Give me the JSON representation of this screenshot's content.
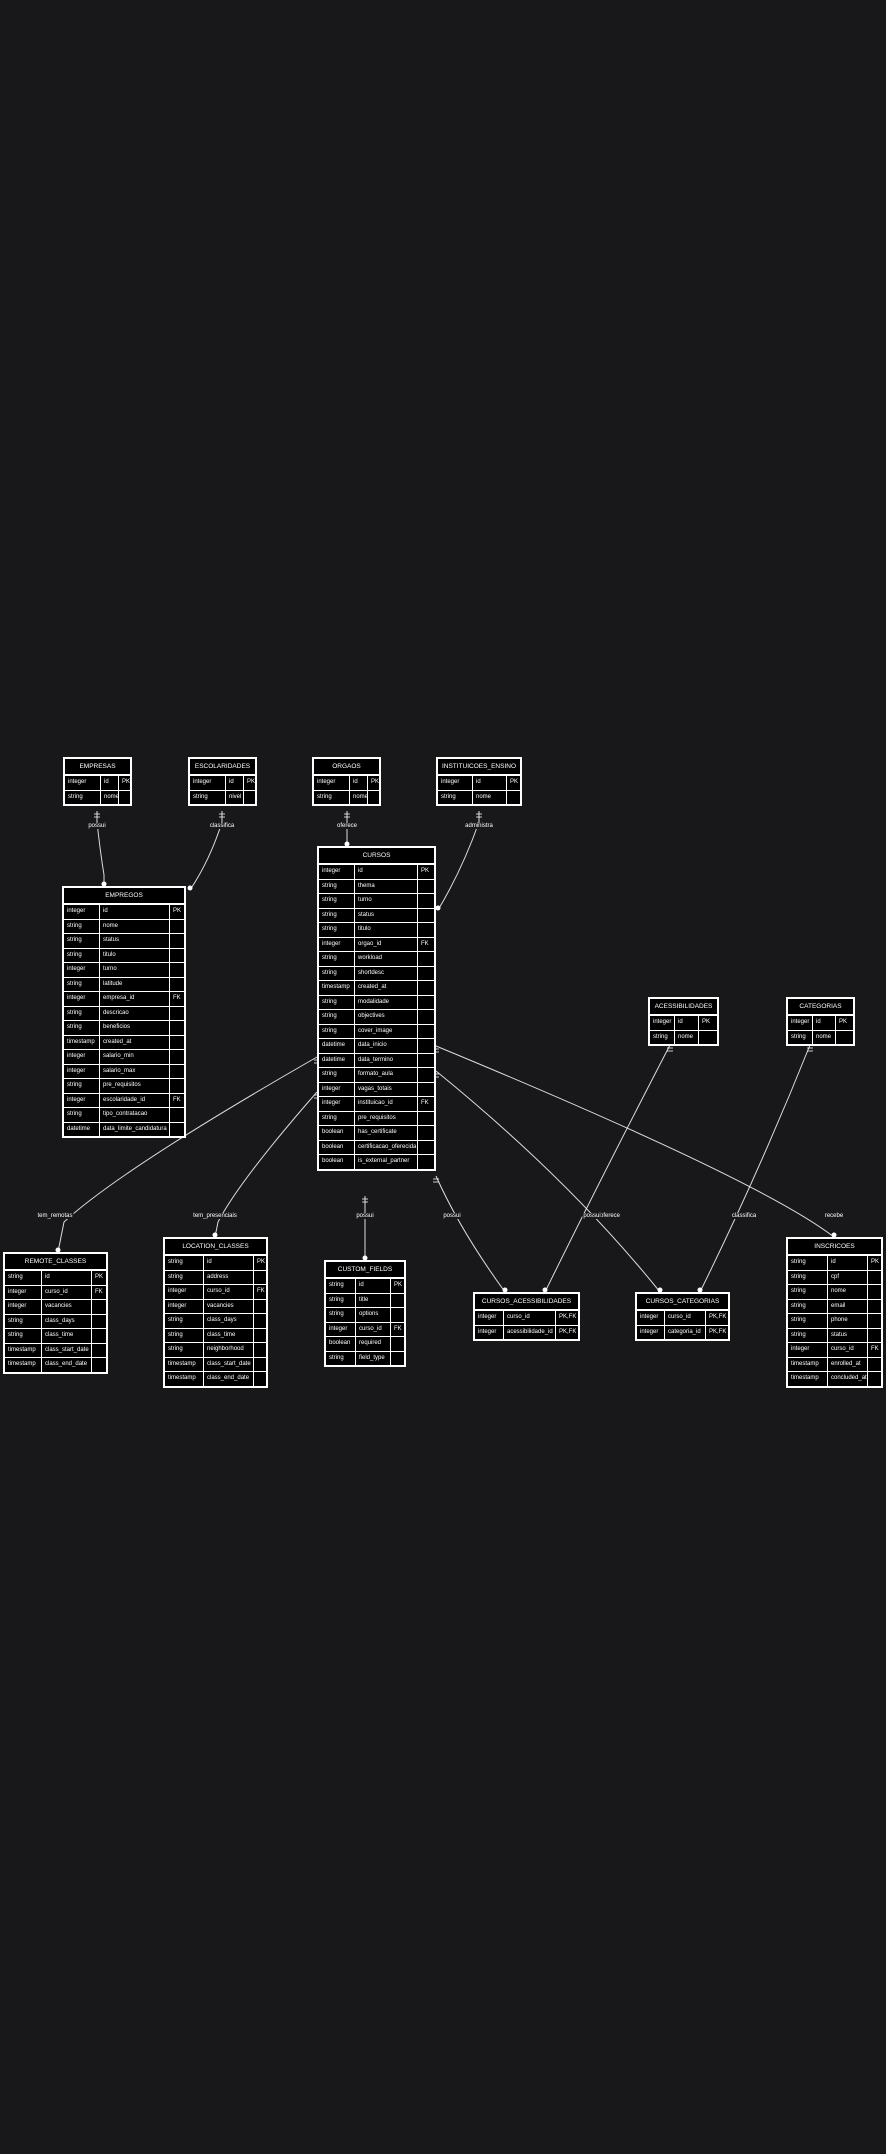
{
  "entities": [
    {
      "name": "EMPRESAS",
      "cols": [
        [
          "integer",
          "id",
          "PK"
        ],
        [
          "string",
          "nome",
          ""
        ]
      ]
    },
    {
      "name": "ESCOLARIDADES",
      "cols": [
        [
          "integer",
          "id",
          "PK"
        ],
        [
          "string",
          "nivel",
          ""
        ]
      ]
    },
    {
      "name": "ORGAOS",
      "cols": [
        [
          "integer",
          "id",
          "PK"
        ],
        [
          "string",
          "nome",
          ""
        ]
      ]
    },
    {
      "name": "INSTITUICOES_ENSINO",
      "cols": [
        [
          "integer",
          "id",
          "PK"
        ],
        [
          "string",
          "nome",
          ""
        ]
      ]
    },
    {
      "name": "EMPREGOS",
      "cols": [
        [
          "integer",
          "id",
          "PK"
        ],
        [
          "string",
          "nome",
          ""
        ],
        [
          "string",
          "status",
          ""
        ],
        [
          "string",
          "titulo",
          ""
        ],
        [
          "integer",
          "turno",
          ""
        ],
        [
          "string",
          "latitude",
          ""
        ],
        [
          "integer",
          "empresa_id",
          "FK"
        ],
        [
          "string",
          "descricao",
          ""
        ],
        [
          "string",
          "beneficios",
          ""
        ],
        [
          "timestamp",
          "created_at",
          ""
        ],
        [
          "integer",
          "salario_min",
          ""
        ],
        [
          "integer",
          "salario_max",
          ""
        ],
        [
          "string",
          "pre_requisitos",
          ""
        ],
        [
          "integer",
          "escolaridade_id",
          "FK"
        ],
        [
          "string",
          "tipo_contratacao",
          ""
        ],
        [
          "datetime",
          "data_limite_candidatura",
          ""
        ]
      ]
    },
    {
      "name": "CURSOS",
      "cols": [
        [
          "integer",
          "id",
          "PK"
        ],
        [
          "string",
          "thema",
          ""
        ],
        [
          "string",
          "turno",
          ""
        ],
        [
          "string",
          "status",
          ""
        ],
        [
          "string",
          "titulo",
          ""
        ],
        [
          "integer",
          "orgao_id",
          "FK"
        ],
        [
          "string",
          "workload",
          ""
        ],
        [
          "string",
          "shortdesc",
          ""
        ],
        [
          "timestamp",
          "created_at",
          ""
        ],
        [
          "string",
          "modalidade",
          ""
        ],
        [
          "string",
          "objectives",
          ""
        ],
        [
          "string",
          "cover_image",
          ""
        ],
        [
          "datetime",
          "data_inicio",
          ""
        ],
        [
          "datetime",
          "data_termino",
          ""
        ],
        [
          "string",
          "formato_aula",
          ""
        ],
        [
          "integer",
          "vagas_totais",
          ""
        ],
        [
          "integer",
          "instituicao_id",
          "FK"
        ],
        [
          "string",
          "pre_requisitos",
          ""
        ],
        [
          "boolean",
          "has_certificate",
          ""
        ],
        [
          "boolean",
          "certificacao_oferecida",
          ""
        ],
        [
          "boolean",
          "is_external_partner",
          ""
        ]
      ]
    },
    {
      "name": "ACESSIBILIDADES",
      "cols": [
        [
          "integer",
          "id",
          "PK"
        ],
        [
          "string",
          "nome",
          ""
        ]
      ]
    },
    {
      "name": "CATEGORIAS",
      "cols": [
        [
          "integer",
          "id",
          "PK"
        ],
        [
          "string",
          "nome",
          ""
        ]
      ]
    },
    {
      "name": "REMOTE_CLASSES",
      "cols": [
        [
          "string",
          "id",
          "PK"
        ],
        [
          "integer",
          "curso_id",
          "FK"
        ],
        [
          "integer",
          "vacancies",
          ""
        ],
        [
          "string",
          "class_days",
          ""
        ],
        [
          "string",
          "class_time",
          ""
        ],
        [
          "timestamp",
          "class_start_date",
          ""
        ],
        [
          "timestamp",
          "class_end_date",
          ""
        ]
      ]
    },
    {
      "name": "LOCATION_CLASSES",
      "cols": [
        [
          "string",
          "id",
          "PK"
        ],
        [
          "string",
          "address",
          ""
        ],
        [
          "integer",
          "curso_id",
          "FK"
        ],
        [
          "integer",
          "vacancies",
          ""
        ],
        [
          "string",
          "class_days",
          ""
        ],
        [
          "string",
          "class_time",
          ""
        ],
        [
          "string",
          "neighborhood",
          ""
        ],
        [
          "timestamp",
          "class_start_date",
          ""
        ],
        [
          "timestamp",
          "class_end_date",
          ""
        ]
      ]
    },
    {
      "name": "CUSTOM_FIELDS",
      "cols": [
        [
          "string",
          "id",
          "PK"
        ],
        [
          "string",
          "title",
          ""
        ],
        [
          "string",
          "options",
          ""
        ],
        [
          "integer",
          "curso_id",
          "FK"
        ],
        [
          "boolean",
          "required",
          ""
        ],
        [
          "string",
          "field_type",
          ""
        ]
      ]
    },
    {
      "name": "CURSOS_ACESSIBILIDADES",
      "cols": [
        [
          "integer",
          "curso_id",
          "PK,FK"
        ],
        [
          "integer",
          "acessibilidade_id",
          "PK,FK"
        ]
      ]
    },
    {
      "name": "CURSOS_CATEGORIAS",
      "cols": [
        [
          "integer",
          "curso_id",
          "PK,FK"
        ],
        [
          "integer",
          "categoria_id",
          "PK,FK"
        ]
      ]
    },
    {
      "name": "INSCRICOES",
      "cols": [
        [
          "string",
          "id",
          "PK"
        ],
        [
          "string",
          "cpf",
          ""
        ],
        [
          "string",
          "nome",
          ""
        ],
        [
          "string",
          "email",
          ""
        ],
        [
          "string",
          "phone",
          ""
        ],
        [
          "string",
          "status",
          ""
        ],
        [
          "integer",
          "curso_id",
          "FK"
        ],
        [
          "timestamp",
          "enrolled_at",
          ""
        ],
        [
          "timestamp",
          "concluded_at",
          ""
        ]
      ]
    }
  ],
  "relationships": [
    {
      "label": "possui"
    },
    {
      "label": "classifica"
    },
    {
      "label": "oferece"
    },
    {
      "label": "administra"
    },
    {
      "label": "tem_remotas"
    },
    {
      "label": "tem_presenciais"
    },
    {
      "label": "possui"
    },
    {
      "label": "possui"
    },
    {
      "label": "oferece"
    },
    {
      "label": "possui"
    },
    {
      "label": "classifica"
    },
    {
      "label": "recebe"
    }
  ],
  "colors": {
    "background": "#18181b",
    "entity_fill": "#000000",
    "stroke": "#ffffff",
    "text": "#ffffff"
  }
}
